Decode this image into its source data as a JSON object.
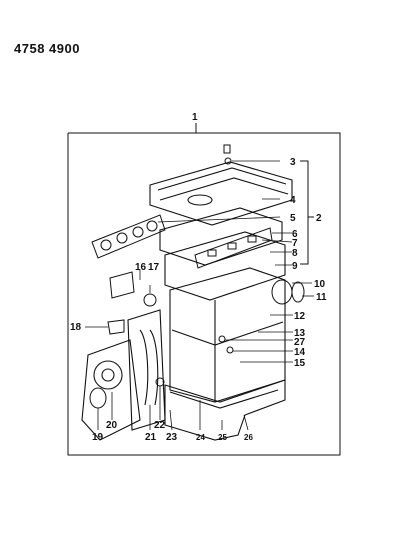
{
  "catalog_code": "4758  4900",
  "callouts": {
    "n1": "1",
    "n2": "2",
    "n3": "3",
    "n4": "4",
    "n5": "5",
    "n6": "6",
    "n7": "7",
    "n8": "8",
    "n9": "9",
    "n10": "10",
    "n11": "11",
    "n12": "12",
    "n13": "13",
    "n14": "14",
    "n15": "15",
    "n16": "16",
    "n17": "17",
    "n18": "18",
    "n19": "19",
    "n20": "20",
    "n21": "21",
    "n22": "22",
    "n23": "23",
    "n24": "24",
    "n25": "25",
    "n26": "26",
    "n27": "27"
  },
  "colors": {
    "ink": "#111111",
    "paper": "#ffffff",
    "shade": "#555555"
  }
}
